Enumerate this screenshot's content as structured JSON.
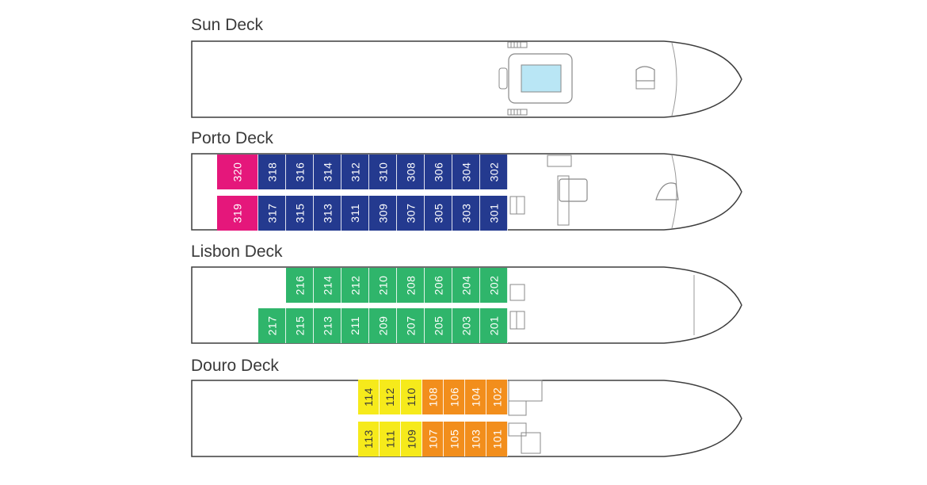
{
  "colors": {
    "outline": "#3d3d3d",
    "pink": "#e5177b",
    "navy": "#243a8f",
    "green": "#2fb56b",
    "yellow": "#f6ea1b",
    "orange": "#f28e1c",
    "pool": "#b9e6f5"
  },
  "decks": [
    {
      "id": "sun",
      "name": "Sun Deck",
      "top_row": [],
      "bottom_row": []
    },
    {
      "id": "porto",
      "name": "Porto Deck",
      "top_row": [
        {
          "num": "320",
          "color": "pink"
        },
        {
          "num": "318",
          "color": "navy"
        },
        {
          "num": "316",
          "color": "navy"
        },
        {
          "num": "314",
          "color": "navy"
        },
        {
          "num": "312",
          "color": "navy"
        },
        {
          "num": "310",
          "color": "navy"
        },
        {
          "num": "308",
          "color": "navy"
        },
        {
          "num": "306",
          "color": "navy"
        },
        {
          "num": "304",
          "color": "navy"
        },
        {
          "num": "302",
          "color": "navy"
        }
      ],
      "bottom_row": [
        {
          "num": "319",
          "color": "pink"
        },
        {
          "num": "317",
          "color": "navy"
        },
        {
          "num": "315",
          "color": "navy"
        },
        {
          "num": "313",
          "color": "navy"
        },
        {
          "num": "311",
          "color": "navy"
        },
        {
          "num": "309",
          "color": "navy"
        },
        {
          "num": "307",
          "color": "navy"
        },
        {
          "num": "305",
          "color": "navy"
        },
        {
          "num": "303",
          "color": "navy"
        },
        {
          "num": "301",
          "color": "navy"
        }
      ]
    },
    {
      "id": "lisbon",
      "name": "Lisbon Deck",
      "top_row": [
        {
          "num": "216",
          "color": "green"
        },
        {
          "num": "214",
          "color": "green"
        },
        {
          "num": "212",
          "color": "green"
        },
        {
          "num": "210",
          "color": "green"
        },
        {
          "num": "208",
          "color": "green"
        },
        {
          "num": "206",
          "color": "green"
        },
        {
          "num": "204",
          "color": "green"
        },
        {
          "num": "202",
          "color": "green"
        }
      ],
      "bottom_row": [
        {
          "num": "217",
          "color": "green"
        },
        {
          "num": "215",
          "color": "green"
        },
        {
          "num": "213",
          "color": "green"
        },
        {
          "num": "211",
          "color": "green"
        },
        {
          "num": "209",
          "color": "green"
        },
        {
          "num": "207",
          "color": "green"
        },
        {
          "num": "205",
          "color": "green"
        },
        {
          "num": "203",
          "color": "green"
        },
        {
          "num": "201",
          "color": "green"
        }
      ]
    },
    {
      "id": "douro",
      "name": "Douro Deck",
      "top_row": [
        {
          "num": "114",
          "color": "yellow"
        },
        {
          "num": "112",
          "color": "yellow"
        },
        {
          "num": "110",
          "color": "yellow"
        },
        {
          "num": "108",
          "color": "orange"
        },
        {
          "num": "106",
          "color": "orange"
        },
        {
          "num": "104",
          "color": "orange"
        },
        {
          "num": "102",
          "color": "orange"
        }
      ],
      "bottom_row": [
        {
          "num": "113",
          "color": "yellow"
        },
        {
          "num": "111",
          "color": "yellow"
        },
        {
          "num": "109",
          "color": "yellow"
        },
        {
          "num": "107",
          "color": "orange"
        },
        {
          "num": "105",
          "color": "orange"
        },
        {
          "num": "103",
          "color": "orange"
        },
        {
          "num": "101",
          "color": "orange"
        }
      ]
    }
  ]
}
